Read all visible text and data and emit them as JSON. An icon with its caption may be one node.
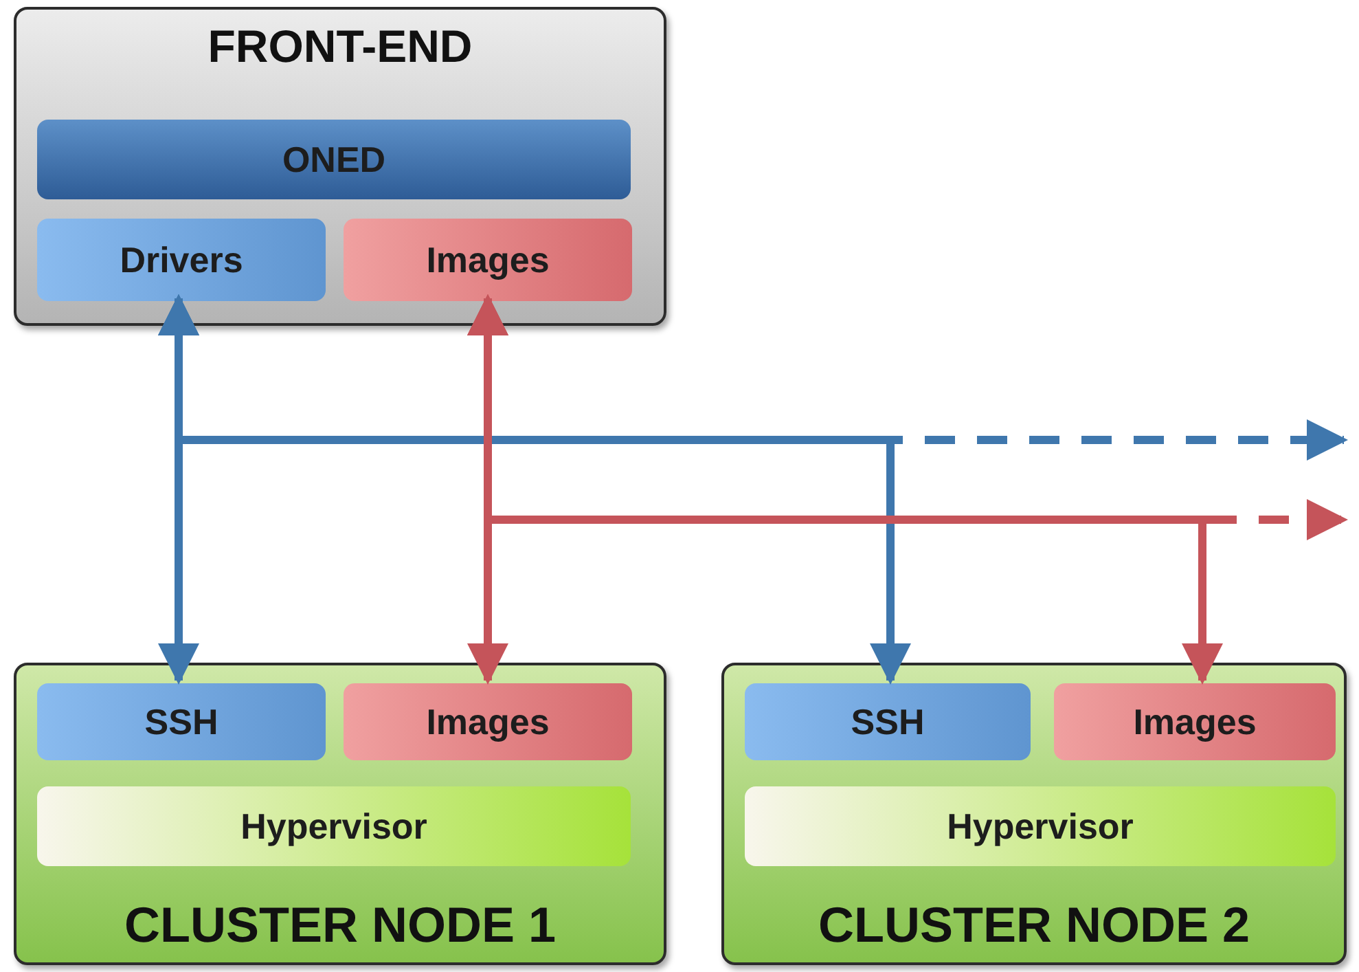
{
  "diagram": {
    "nodes": [
      {
        "text": [
          "FRONT-END"
        ]
      },
      {
        "text": [
          "ONED"
        ],
        "in": 0
      },
      {
        "text": [
          "Drivers"
        ],
        "in": 0
      },
      {
        "text": [
          "Images"
        ],
        "in": 0
      },
      {
        "text": [
          "CLUSTER NODE 1"
        ]
      },
      {
        "text": [
          "SSH"
        ],
        "in": 4
      },
      {
        "text": [
          "Images"
        ],
        "in": 4
      },
      {
        "text": [
          "Hypervisor"
        ],
        "in": 4
      },
      {
        "text": [
          "CLUSTER NODE 2"
        ]
      },
      {
        "text": [
          "SSH"
        ],
        "in": 8
      },
      {
        "text": [
          "Images"
        ],
        "in": 8
      },
      {
        "text": [
          "Hypervisor"
        ],
        "in": 8
      }
    ],
    "edges": [
      {
        "from": 2,
        "to": 5,
        "arrow": "both",
        "color": "#3f77ad"
      },
      {
        "from": 2,
        "to": 9,
        "arrow": "both",
        "color": "#3f77ad"
      },
      {
        "from": 2,
        "to": null,
        "arrow": "both",
        "style": "dashed",
        "color": "#3f77ad"
      },
      {
        "from": 3,
        "to": 6,
        "arrow": "both",
        "color": "#c5545a"
      },
      {
        "from": 3,
        "to": 10,
        "arrow": "both",
        "color": "#c5545a"
      },
      {
        "from": 3,
        "to": null,
        "arrow": "both",
        "style": "dashed",
        "color": "#c5545a"
      }
    ]
  }
}
